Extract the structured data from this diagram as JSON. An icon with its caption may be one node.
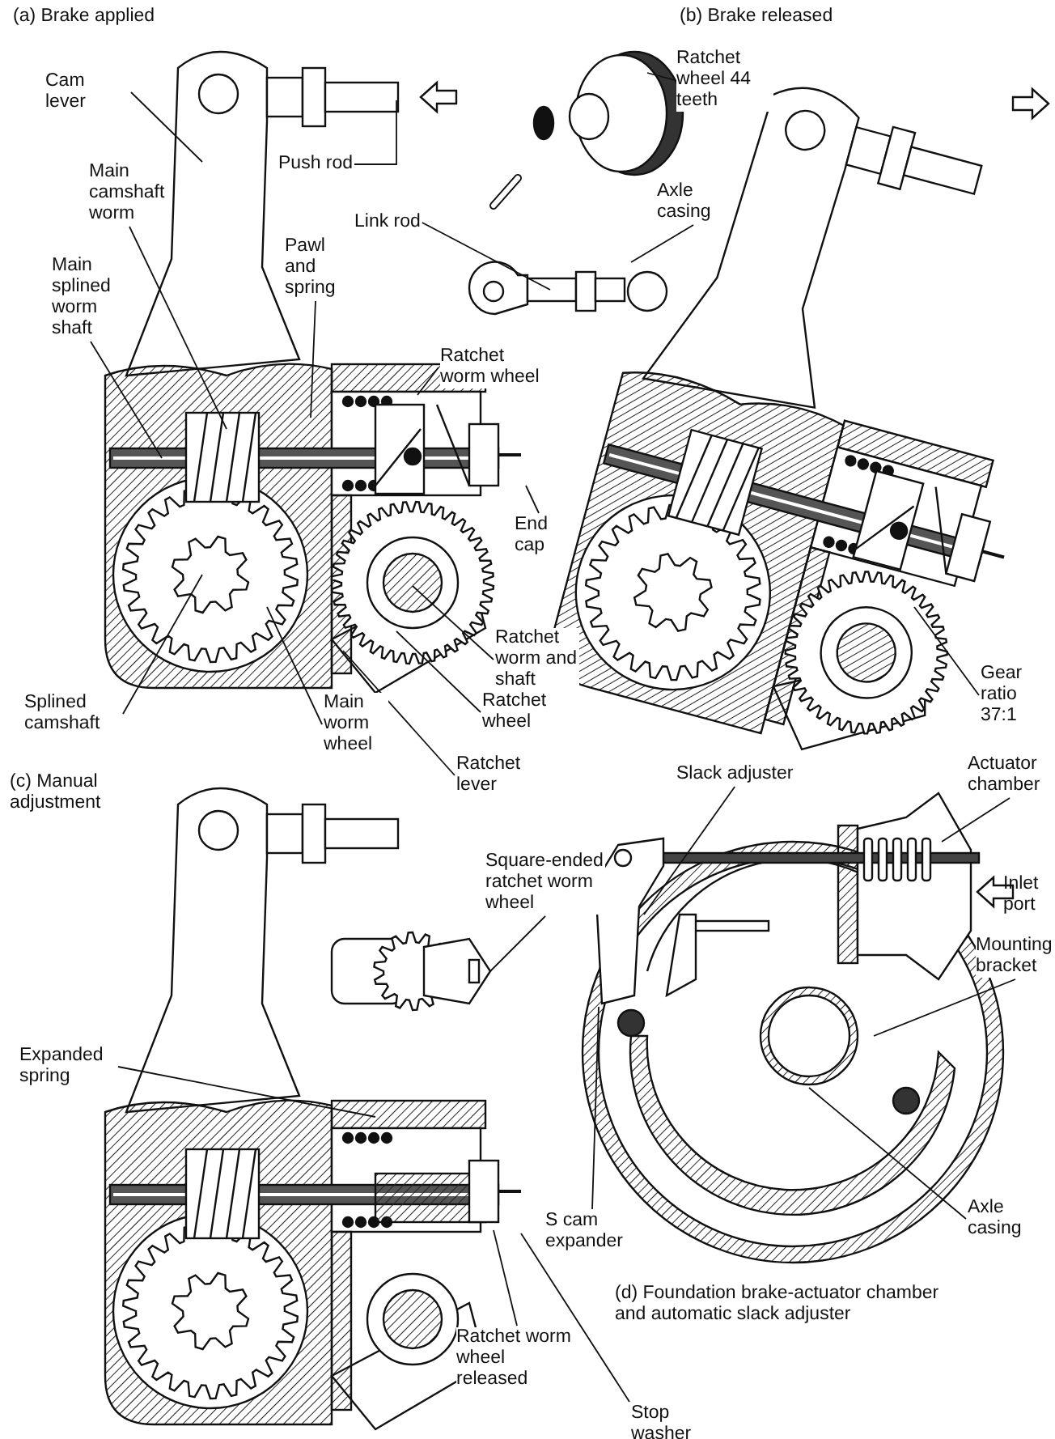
{
  "diagram": {
    "caption": "(d) Foundation brake-actuator chamber and automatic slack adjuster",
    "nodes": [
      {
        "text": [
          "Cam lever"
        ]
      },
      {
        "text": [
          "Push rod"
        ]
      },
      {
        "text": [
          "Ratchet wheel 44 teeth"
        ]
      },
      {
        "text": [
          "Main camshaft worm"
        ]
      },
      {
        "text": [
          "Main splined worm shaft"
        ]
      },
      {
        "text": [
          "Pawl and spring"
        ]
      },
      {
        "text": [
          "Link rod"
        ]
      },
      {
        "text": [
          "Axle casing"
        ]
      },
      {
        "text": [
          "Ratchet worm wheel"
        ]
      },
      {
        "text": [
          "End cap"
        ]
      },
      {
        "text": [
          "Ratchet worm and shaft"
        ]
      },
      {
        "text": [
          "Splined camshaft"
        ]
      },
      {
        "text": [
          "Main worm wheel"
        ]
      },
      {
        "text": [
          "Ratchet wheel"
        ]
      },
      {
        "text": [
          "Ratchet lever"
        ]
      },
      {
        "text": [
          "Gear ratio 37:1"
        ]
      },
      {
        "text": [
          "Square-ended ratchet worm wheel"
        ]
      },
      {
        "text": [
          "Expanded spring"
        ]
      },
      {
        "text": [
          "Ratchet worm wheel released"
        ]
      },
      {
        "text": [
          "Stop washer"
        ]
      },
      {
        "text": [
          "Slack adjuster"
        ]
      },
      {
        "text": [
          "Actuator chamber"
        ]
      },
      {
        "text": [
          "Mounting bracket"
        ]
      },
      {
        "text": [
          "S cam expander"
        ]
      },
      {
        "text": [
          "Axle casing"
        ]
      }
    ],
    "edges": [
      {
        "from": 0,
        "to": null,
        "arrow": "none"
      },
      {
        "from": 1,
        "to": null,
        "arrow": "none"
      },
      {
        "from": 2,
        "to": null,
        "arrow": "none"
      },
      {
        "from": 3,
        "to": null,
        "arrow": "none"
      },
      {
        "from": 4,
        "to": null,
        "arrow": "none"
      },
      {
        "from": 5,
        "to": null,
        "arrow": "none"
      },
      {
        "from": 6,
        "to": null,
        "arrow": "none"
      },
      {
        "from": 7,
        "to": null,
        "arrow": "none"
      },
      {
        "from": 8,
        "to": null,
        "arrow": "none"
      },
      {
        "from": 9,
        "to": null,
        "arrow": "none"
      },
      {
        "from": 10,
        "to": null,
        "arrow": "none"
      },
      {
        "from": 11,
        "to": null,
        "arrow": "none"
      },
      {
        "from": 12,
        "to": null,
        "arrow": "none"
      },
      {
        "from": 13,
        "to": null,
        "arrow": "none"
      },
      {
        "from": 14,
        "to": null,
        "arrow": "none"
      },
      {
        "from": 15,
        "to": null,
        "arrow": "none"
      },
      {
        "from": 16,
        "to": null,
        "arrow": "none"
      },
      {
        "from": 17,
        "to": null,
        "arrow": "none"
      },
      {
        "from": 18,
        "to": null,
        "arrow": "none"
      },
      {
        "from": 19,
        "to": null,
        "arrow": "none"
      },
      {
        "from": 20,
        "to": null,
        "arrow": "none"
      },
      {
        "from": 21,
        "to": null,
        "arrow": "none"
      },
      {
        "from": 22,
        "to": null,
        "arrow": "none"
      },
      {
        "from": 23,
        "to": null,
        "arrow": "none"
      },
      {
        "from": 24,
        "to": null,
        "arrow": "none"
      }
    ],
    "labels": [
      "(a) Brake applied",
      "(b) Brake released",
      "(c) Manual adjustment",
      "Inlet port"
    ]
  }
}
